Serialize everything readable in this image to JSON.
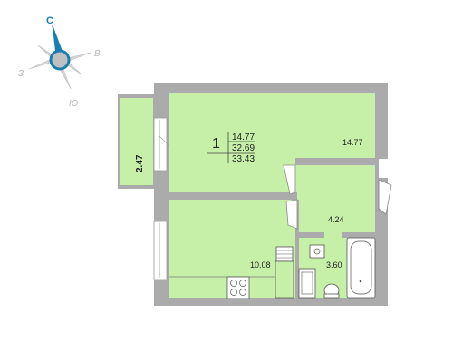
{
  "compass": {
    "north": "С",
    "east": "В",
    "south": "Ю",
    "west": "З"
  },
  "summary": {
    "rooms": "1",
    "living_area": "14.77",
    "total_area": "32.69",
    "total_with_balcony": "33.43"
  },
  "rooms": {
    "living_room": "14.77",
    "hallway": "4.24",
    "kitchen": "10.08",
    "bathroom": "3.60",
    "balcony": "2.47"
  },
  "colors": {
    "room_fill": "#c6f0a8",
    "wall": "#a9a9a9",
    "balcony_fill": "#c6f0a8",
    "compass_ring": "#1a7fb0"
  }
}
